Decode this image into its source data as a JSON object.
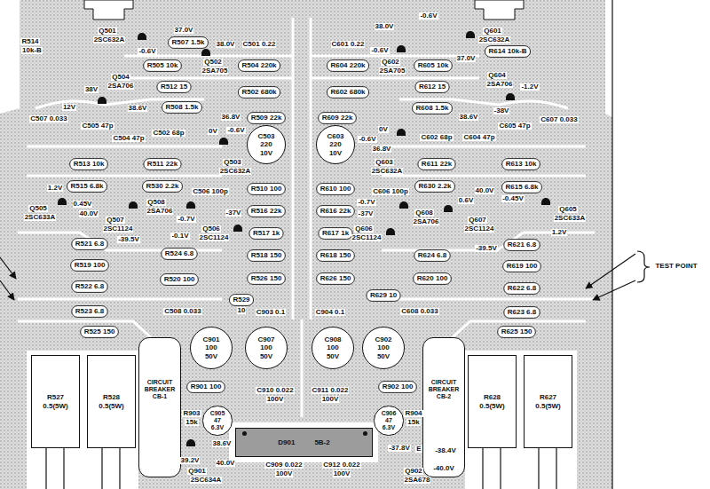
{
  "diagram": {
    "nodes": [
      {
        "text": [
          "C503",
          "220",
          "10V"
        ]
      },
      {
        "text": [
          "C603",
          "220",
          "10V"
        ]
      },
      {
        "text": [
          "C901",
          "100",
          "50V"
        ]
      },
      {
        "text": [
          "C907",
          "100",
          "50V"
        ]
      },
      {
        "text": [
          "C908",
          "100",
          "50V"
        ]
      },
      {
        "text": [
          "C902",
          "100",
          "50V"
        ]
      },
      {
        "text": [
          "R527",
          "0.5(5W)"
        ]
      },
      {
        "text": [
          "R528",
          "0.5(5W)"
        ]
      },
      {
        "text": [
          "CIRCUIT BREAKER",
          "CB-1"
        ]
      },
      {
        "text": [
          "CIRCUIT BREAKER",
          "CB-2"
        ]
      },
      {
        "text": [
          "R628",
          "0.5(5W)"
        ]
      },
      {
        "text": [
          "R627",
          "0.5(5W)"
        ]
      },
      {
        "text": [
          "C905",
          "47",
          "6.3V"
        ]
      },
      {
        "text": [
          "C906",
          "47",
          "6.3V"
        ]
      },
      {
        "text": [
          "D901",
          "5B-2"
        ]
      }
    ],
    "labels": [
      "R514",
      "10k-B",
      "Q501",
      "2SC632A",
      "37.0V",
      "R507 1.5k",
      "38.0V",
      "-0.6V",
      "C501 0.22",
      "R505 10k",
      "Q502",
      "2SA705",
      "R504 220k",
      "R604 220k",
      "38.0V",
      "-0.6V",
      "C601 0.22",
      "Q601",
      "2SC632A",
      "R614 10k-B",
      "-0.6V",
      "Q602",
      "2SA705",
      "R605 10k",
      "37.0V",
      "Q504",
      "2SA706",
      "38V",
      "12V",
      "38.6V",
      "R512 15",
      "R502 680k",
      "R602 680k",
      "R612 15",
      "Q604",
      "2SA706",
      "-1.2V",
      "R508 1.5k",
      "R608 1.5k",
      "38.6V",
      "-38V",
      "36.8V",
      "R509 22k",
      "R609 22k",
      "0V",
      "-0.6V",
      "0V",
      "-0.6V",
      "36.8V",
      "C507 0.033",
      "C505 47p",
      "C504 47p",
      "C502 68p",
      "C602 68p",
      "C604 47p",
      "C605 47p",
      "C607 0.033",
      "Q503",
      "2SC632A",
      "Q603",
      "2SC632A",
      "R513 10k",
      "R511 22k",
      "R611 22k",
      "R613 10k",
      "1.2V",
      "R515 6.8k",
      "R530 2.2k",
      "C506 100p",
      "R510 100",
      "R610 100",
      "-0.7V",
      "C606 100p",
      "R630 2.2k",
      "R615 6.8k",
      "40.0V",
      "0.6V",
      "-0.45V",
      "Q505",
      "2SC633A",
      "0.45V",
      "40.0V",
      "Q507",
      "2SC1124",
      "Q508",
      "2SA706",
      "-0.7V",
      "-37V",
      "Q506",
      "2SC1124",
      "R516 22k",
      "R616 22k",
      "-37V",
      "Q608",
      "2SA706",
      "Q607",
      "2SC1124",
      "Q605",
      "2SC633A",
      "1.2V",
      "Q606",
      "2SC1124",
      "R517 1k",
      "R617 1k",
      "-39.5V",
      "-0.1V",
      "-39.5V",
      "R521 6.8",
      "R621 6.8",
      "R524 6.8",
      "R624 6.8",
      "R518 150",
      "R618 150",
      "R519 100",
      "R619 100",
      "R520 100",
      "R620 100",
      "R526 150",
      "R626 150",
      "R522 6.8",
      "R622 6.8",
      "R529",
      "10",
      "R629 10",
      "R523 6.8",
      "R623 6.8",
      "C508 0.033",
      "C903 0.1",
      "C904 0.1",
      "C608 0.033",
      "R525 150",
      "R625 150",
      "TEST POINT",
      "R901 100",
      "R902 100",
      "C910 0.022",
      "100V",
      "C911 0.022",
      "100V",
      "R903",
      "15k",
      "R904",
      "15k",
      "39.2V",
      "38.6V",
      "40.0V",
      "Q901",
      "2SC634A",
      "C909 0.022",
      "100V",
      "C912 0.022",
      "100V",
      "-37.8V",
      "E",
      "-38.4V",
      "-40.0V",
      "Q902",
      "2SA678"
    ]
  }
}
